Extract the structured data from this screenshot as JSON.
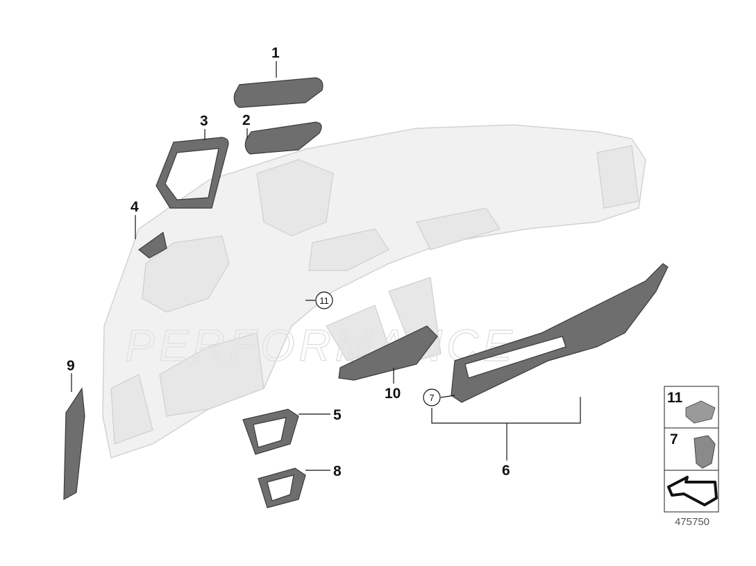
{
  "diagram": {
    "watermark": "PERFORMANCE",
    "part_labels": [
      "1",
      "2",
      "3",
      "4",
      "5",
      "6",
      "8",
      "9",
      "10"
    ],
    "callouts": [
      "11",
      "7"
    ],
    "inset": {
      "items": [
        {
          "number": "11"
        },
        {
          "number": "7"
        }
      ],
      "footer_icon": "arrow-icon"
    },
    "reference_number": "475750",
    "colors": {
      "part": "#6e6e6e",
      "dashboard": "#f1f1f1",
      "line": "#111111"
    }
  }
}
